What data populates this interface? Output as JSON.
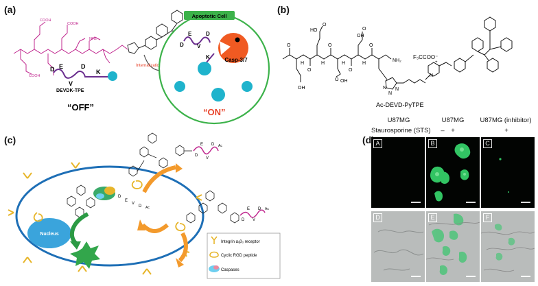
{
  "panels": {
    "a": {
      "label": "(a)",
      "cell_title": "Apoptotic Cell",
      "enzyme": "Casp-3/7",
      "arrow_label": "Internalization",
      "probe_name": "DEVDK-TPE",
      "off_label": "“OFF”",
      "on_label": "“ON”",
      "letters": [
        "D",
        "E",
        "V",
        "D",
        "K"
      ],
      "inside_letters": [
        "D",
        "E",
        "V",
        "D",
        "K"
      ]
    },
    "b": {
      "label": "(b)",
      "compound": "Ac-DEVD-PyTPE",
      "counterion": "F₃CCOO⁻",
      "charge": "+",
      "atoms": [
        "O",
        "O",
        "O",
        "O",
        "O",
        "O",
        "O",
        "O",
        "OH",
        "HO",
        "OH",
        "OH",
        "NH₂",
        "H",
        "H",
        "H",
        "H",
        "N",
        "N",
        "N",
        "N"
      ]
    },
    "c": {
      "label": "(c)",
      "nucleus": "Nucleus",
      "legend": [
        "Integrin αᵥβ₃ receptor",
        "Cyclic RGD peptide",
        "Caspases"
      ],
      "peptide_letters": [
        "D",
        "E",
        "V",
        "D",
        "Ac"
      ]
    },
    "d": {
      "label": "(d)",
      "columns": [
        "U87MG",
        "U87MG",
        "U87MG (inhibitor)"
      ],
      "sts_label": "Staurosporine (STS)",
      "sts_signs": [
        "–",
        "+",
        "+"
      ],
      "tiles": [
        "A",
        "B",
        "C",
        "D",
        "E",
        "F"
      ]
    }
  },
  "colors": {
    "cell_border": "#3cb24a",
    "enzyme": "#f05a22",
    "cyan": "#1fb3cc",
    "peptide_magenta": "#c0288f",
    "peptide_purple": "#6b2f8f",
    "on_red": "#e8432a",
    "membrane": "#1e6fb6",
    "cell_fill": "#d9ecc8",
    "nucleus": "#3aa4dc",
    "arrow_orange": "#f39a2c",
    "green_fluor": "#32c463"
  }
}
